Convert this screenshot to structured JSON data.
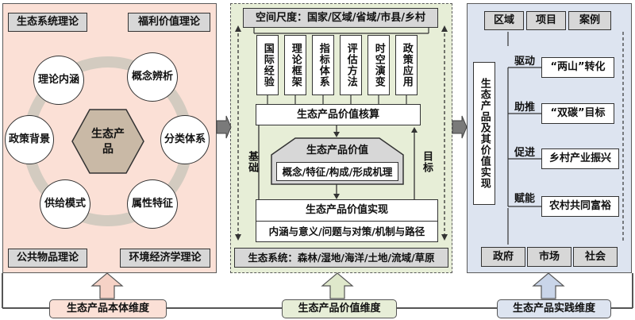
{
  "left": {
    "corners": {
      "top_left": "生态系统理论",
      "top_right": "福利价值理论",
      "bottom_left": "公共物品理论",
      "bottom_right": "环境经济学理论"
    },
    "center": "生态产品",
    "circles": [
      "理论内涵",
      "概念辨析",
      "分类体系",
      "属性特征",
      "供给模式",
      "政策背景"
    ],
    "dimension": "生态产品本体维度"
  },
  "middle": {
    "scale": "空间尺度：国家/区域/省域/市县/乡村",
    "vertical_boxes": [
      "国际经验",
      "理论框架",
      "指标体系",
      "评估方法",
      "时空演变",
      "政策应用"
    ],
    "accounting": "生态产品价值核算",
    "value_title": "生态产品价值",
    "value_sub": "概念/特征/构成/形成机理",
    "realization_title": "生态产品价值实现",
    "realization_sub": "内涵与意义/问题与对策/机制与路径",
    "left_label": "基础",
    "right_label": "目标",
    "ecosystems": "生态系统：森林/湿地/海洋/土地/流域/草原",
    "dimension": "生态产品价值维度"
  },
  "right": {
    "top_tabs": [
      "区域",
      "项目",
      "案例"
    ],
    "center": "生态产品及其价值实现",
    "actions": [
      {
        "verb": "驱动",
        "target": "“两山”转化"
      },
      {
        "verb": "助推",
        "target": "“双碳”目标"
      },
      {
        "verb": "促进",
        "target": "乡村产业振兴"
      },
      {
        "verb": "赋能",
        "target": "农村共同富裕"
      }
    ],
    "bottom_tabs": [
      "政府",
      "市场",
      "社会"
    ],
    "dimension": "生态产品实践维度"
  },
  "colors": {
    "left_panel": "#fbe0d6",
    "mid_panel": "#e7eed7",
    "right_panel": "#dde4f0",
    "hexagon": "#c9b9a6",
    "ring": "#d3cbc0"
  }
}
